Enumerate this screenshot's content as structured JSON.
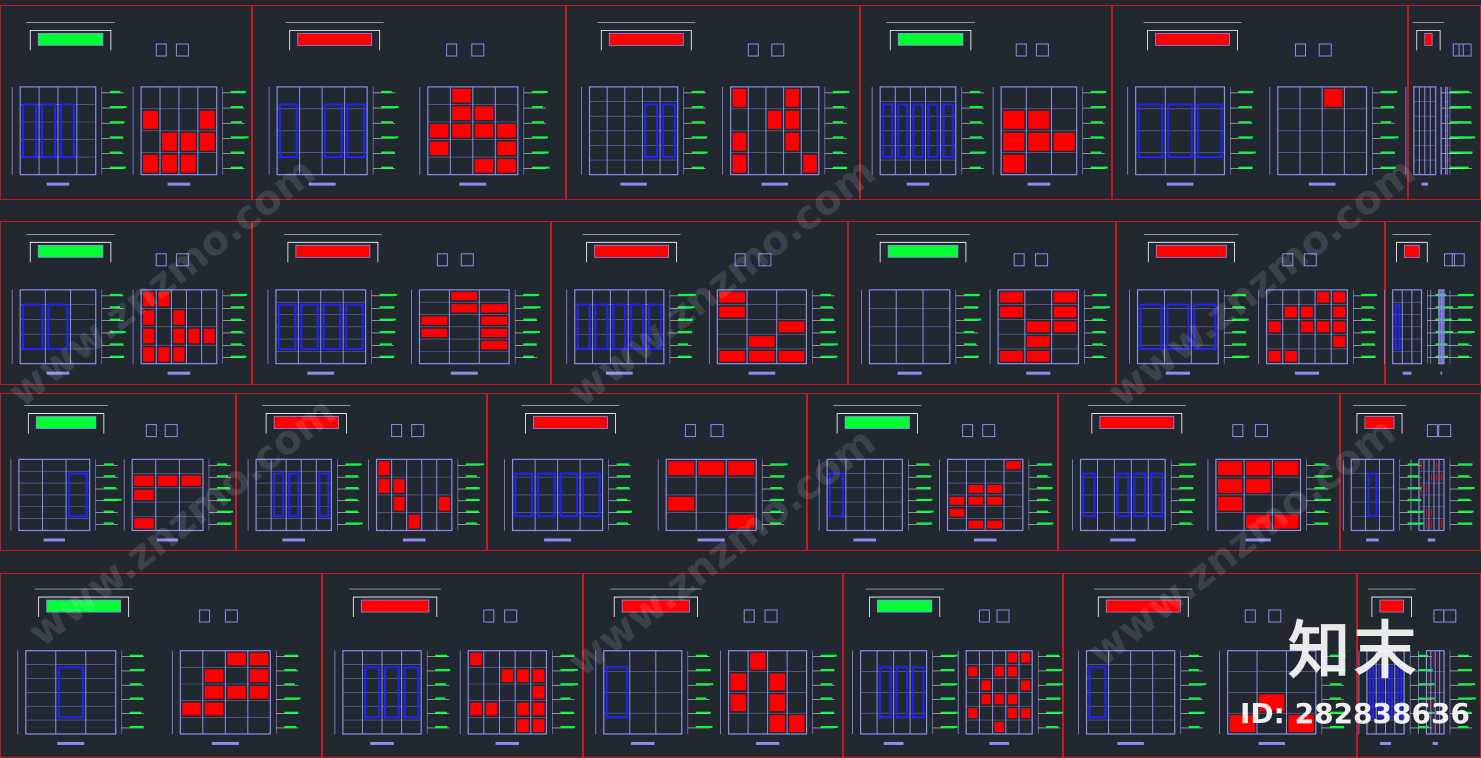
{
  "colors": {
    "background": "#212830",
    "frame": "#c8181c",
    "outline": "#8c8cf0",
    "accent_red": "#ff0000",
    "accent_green": "#00ff33",
    "accent_blue": "#2222ff",
    "white": "#ffffff"
  },
  "watermarks": {
    "brand_logo": "知末",
    "asset_id": "ID: 282838636",
    "site": "www.znzmo.com"
  },
  "drawing_sheets": {
    "rows": [
      [
        true,
        true,
        true,
        true,
        true,
        true
      ],
      [
        true,
        true,
        true,
        true,
        true,
        true
      ],
      [
        true,
        true,
        true,
        true,
        true,
        true
      ],
      [
        true,
        true,
        true,
        true,
        true,
        true
      ]
    ]
  }
}
